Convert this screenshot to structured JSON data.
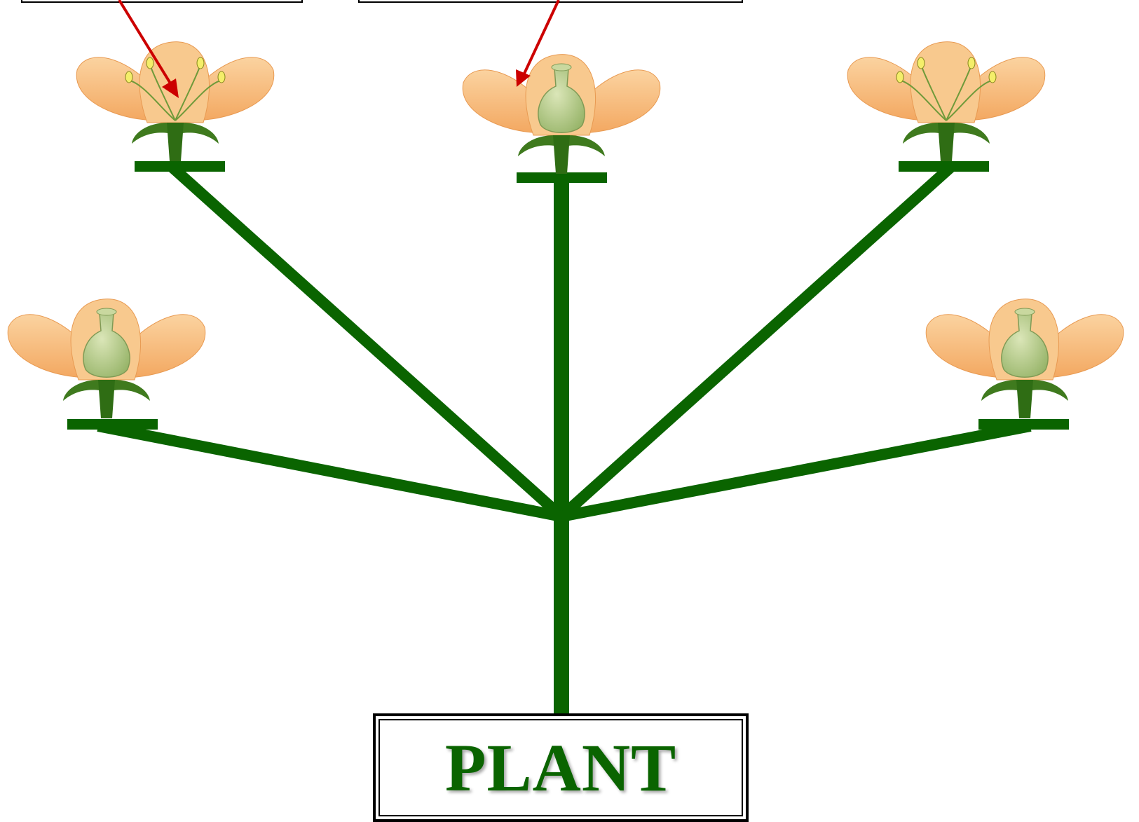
{
  "plant_label": "PLANT",
  "colors": {
    "stem": "#0a6400",
    "label_text": "#0a6400",
    "arrow": "#cc0000",
    "petal": "#f6b678",
    "petal_light": "#fbd8a8",
    "pistil": "#b3c88a",
    "sepal": "#3f7a1e",
    "stamen_filament": "#6f9a3a",
    "anther": "#f4ee6a"
  },
  "flowers": [
    {
      "position": "upper-left",
      "type": "staminate"
    },
    {
      "position": "upper-center",
      "type": "pistillate"
    },
    {
      "position": "upper-right",
      "type": "staminate"
    },
    {
      "position": "lower-left",
      "type": "pistillate"
    },
    {
      "position": "lower-right",
      "type": "pistillate"
    }
  ]
}
